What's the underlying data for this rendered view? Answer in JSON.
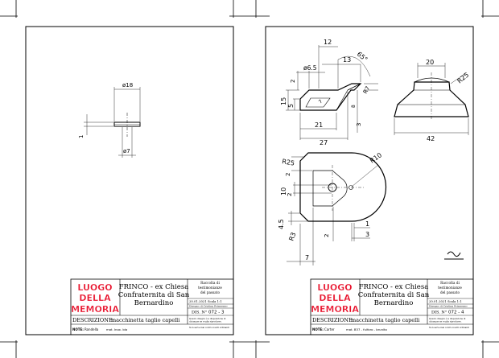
{
  "sheets": [
    {
      "logo": [
        "LUOGO",
        "DELLA",
        "MEMORIA"
      ],
      "title": [
        "FRINCO - ex Chiesa",
        "Confraternita di San",
        "Bernardino"
      ],
      "collection": [
        "Raccolta di",
        "testimonianze",
        "del passato"
      ],
      "date_scale": "20.01.2021 Scala 1:1",
      "designer": "Disegno di Cristina Primerano",
      "dis_label": "DIS. N°",
      "dis_number": "072 - 3",
      "description_label": "DESCRIZIONE:",
      "description": "macchinetta taglio capelli",
      "note_label": "NOTE:",
      "note": "Rondella",
      "material": "mat. Inox. bla",
      "fine_print": [
        "Questo disegno è a disposizione di",
        "chiunque ne voglia riprodurre.",
        "Non serve mai contro nostri ordinanti"
      ],
      "dims": {
        "d18": "ø18",
        "d7": "ø7",
        "t1": "1"
      }
    },
    {
      "logo": [
        "LUOGO",
        "DELLA",
        "MEMORIA"
      ],
      "title": [
        "FRINCO - ex Chiesa",
        "Confraternita di San",
        "Bernardino"
      ],
      "collection": [
        "Raccolta di",
        "testimonianze",
        "del passato"
      ],
      "date_scale": "20.01.2021 Scala 1:1",
      "designer": "Disegno di Cristina Primerano",
      "dis_label": "DIS. N°",
      "dis_number": "072 - 4",
      "description_label": "DESCRIZIONE:",
      "description": "macchinetta taglio capelli",
      "note_label": "NOTE:",
      "note": "Carter",
      "material": "mat. B37 - fuiforo - brunito",
      "fine_print": [
        "Questo disegno è a disposizione di",
        "chiunque ne voglia riprodurre.",
        "Non serve mai contro nostri ordinanti"
      ],
      "dims": {
        "d12": "12",
        "d65": "65°",
        "d13": "13",
        "d65b": "ø6.5",
        "d2a": "2",
        "d15": "15",
        "d5": "5",
        "d7": "7",
        "d8": "8",
        "d3": "3",
        "r7": "R7",
        "d21": "21",
        "d27": "27",
        "d20": "20",
        "r25": "R25",
        "d42": "42",
        "r25b": "R25",
        "r10": "R10",
        "d2b": "2",
        "d10": "10",
        "d2c": "2",
        "d45": "4.5",
        "r3": "R3",
        "d2d": "2",
        "d1": "1",
        "d3b": "3",
        "d7b": "7"
      }
    }
  ]
}
